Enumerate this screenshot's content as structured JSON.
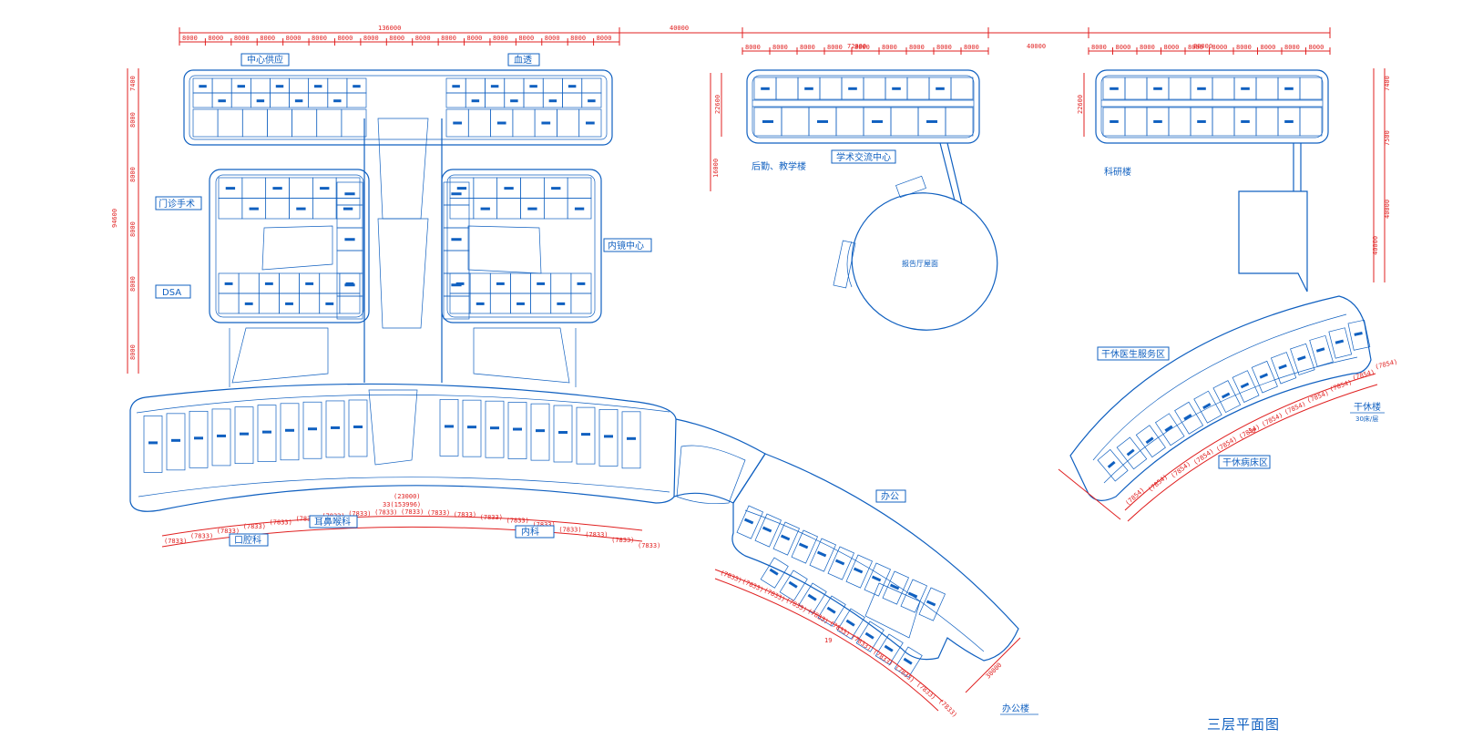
{
  "title": "三层平面图",
  "colors": {
    "line": "#1060c0",
    "dimension": "#e02020",
    "background": "#ffffff"
  },
  "labels": {
    "central_supply": "中心供应",
    "hemodialysis": "血透",
    "outpatient_surgery": "门诊手术",
    "endoscopy_center": "内镜中心",
    "dsa": "DSA",
    "logistics_teaching": "后勤、教学楼",
    "academic_center": "学术交流中心",
    "lecture_hall_roof": "报告厅屋面",
    "research_building": "科研楼",
    "cadre_doctor_service": "干休医生服务区",
    "cadre_building": "干休楼",
    "cadre_capacity": "30床/层",
    "cadre_ward": "干休病床区",
    "office": "办公",
    "office_building": "办公楼",
    "stomatology": "口腔科",
    "ent_ophthalmology": "耳鼻喉科",
    "internal_medicine": "内科"
  },
  "dimensions": {
    "top_main_total": "136000",
    "gap_1": "40000",
    "top_mid_total": "72000",
    "gap_2": "40000",
    "top_right_total": "80000",
    "main_bay": "8000",
    "mid_bay": "8000",
    "right_bay": "8000",
    "left_total": "94600",
    "left_upper": "7400",
    "left_seg": "8000",
    "mid_left_total": "16000",
    "mid_left_a": "22600",
    "mid_left_b": "7400",
    "right_total_a": "40000",
    "right_total_b": "7500",
    "curve_bay": "7833",
    "curve_total": "33(153996)",
    "curve_mid": "(23000)",
    "office_count": "19",
    "ward_bay": "7854",
    "ward_count": "30",
    "office_side": "30000"
  }
}
